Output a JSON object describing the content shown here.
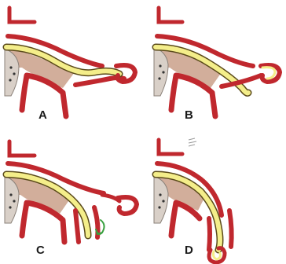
{
  "panels": [
    {
      "id": "a",
      "label": "A"
    },
    {
      "id": "b",
      "label": "B"
    },
    {
      "id": "c",
      "label": "C"
    },
    {
      "id": "d",
      "label": "D"
    }
  ],
  "colors": {
    "wall": "#c0282e",
    "wall_outline": "#7a1418",
    "catheter": "#f4ee8a",
    "catheter_outline": "#5a4a1a",
    "tissue": "#caa08a",
    "bone": "#d9d0c8",
    "arrow": "#3aa040",
    "sketch": "#9a9a9a"
  }
}
